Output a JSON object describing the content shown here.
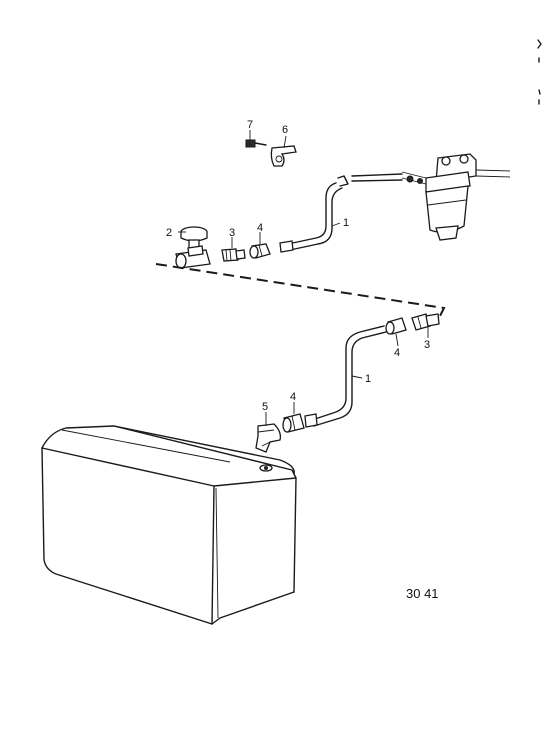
{
  "figure_number": "30 41",
  "callouts": {
    "c1_upper": "1",
    "c2": "2",
    "c3_upper": "3",
    "c4_upper": "4",
    "c6": "6",
    "c7": "7",
    "c1_lower": "1",
    "c3_lower": "3",
    "c4_lower": "4",
    "c4_tank": "4",
    "c5": "5"
  }
}
